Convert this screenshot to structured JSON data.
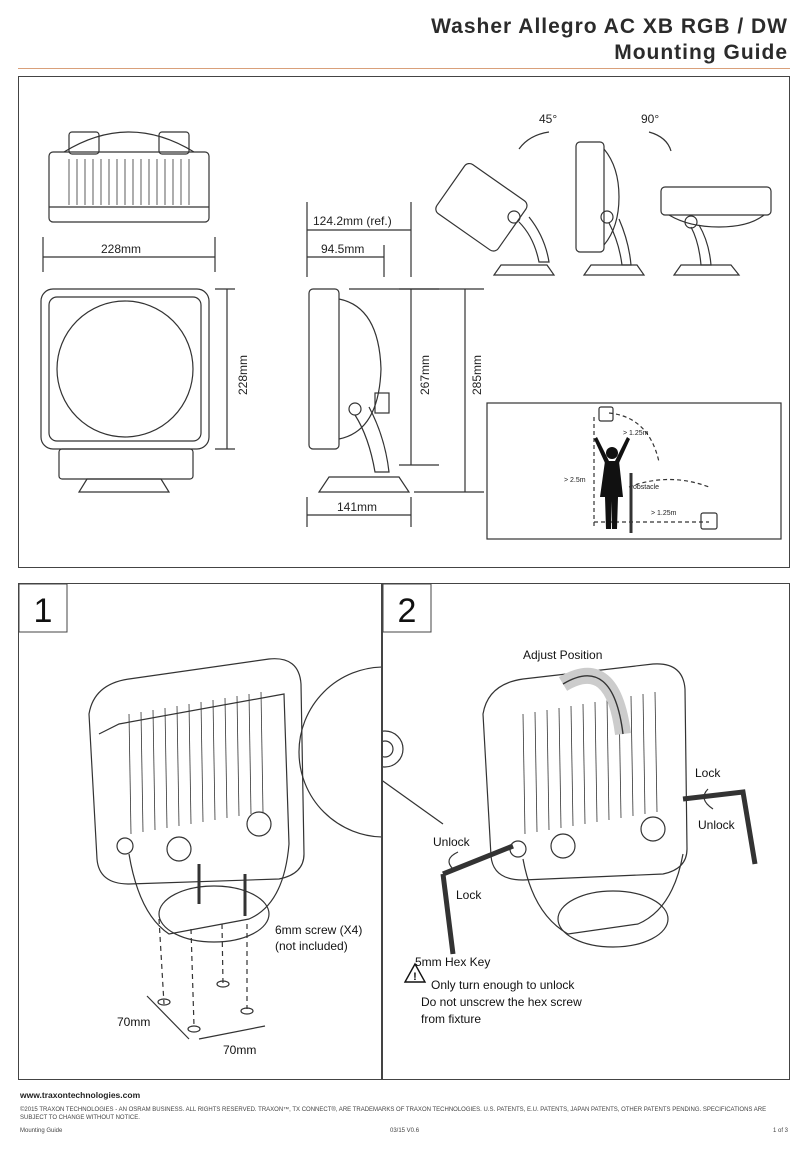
{
  "header": {
    "title_line1": "Washer Allegro AC XB RGB / DW",
    "title_line2": "Mounting Guide"
  },
  "dimensions": {
    "front_width": "228mm",
    "front_height": "228mm",
    "side_depth_ref": "124.2mm (ref.)",
    "side_depth": "94.5mm",
    "side_height1": "267mm",
    "side_height2": "285mm",
    "base_width": "141mm"
  },
  "tilt": {
    "left_angle": "45°",
    "right_angle": "90°"
  },
  "clearance": {
    "distance_top": "> 1.25m",
    "height": "> 2.5m",
    "obstacle": "obstacle",
    "distance_bottom": "> 1.25m"
  },
  "step1": {
    "number": "1",
    "screw": "6mm screw (X4)",
    "screw_note": "(not included)",
    "spacing_a": "70mm",
    "spacing_b": "70mm"
  },
  "step2": {
    "number": "2",
    "adjust": "Adjust Position",
    "lock_right": "Lock",
    "unlock_right": "Unlock",
    "unlock_left": "Unlock",
    "lock_left": "Lock",
    "hex_key": "5mm Hex Key",
    "warning_line1": "Only turn enough to unlock",
    "warning_line2": "Do not unscrew the hex screw",
    "warning_line3": "from fixture"
  },
  "footer": {
    "url": "www.traxontechnologies.com",
    "copyright": "©2015 TRAXON TECHNOLOGIES - AN OSRAM BUSINESS. ALL RIGHTS RESERVED. TRAXON™, TX CONNECT®, ARE TRADEMARKS OF TRAXON TECHNOLOGIES. U.S. PATENTS, E.U. PATENTS, JAPAN PATENTS, OTHER PATENTS PENDING. SPECIFICATIONS ARE SUBJECT TO CHANGE WITHOUT NOTICE.",
    "doc_name": "Mounting Guide",
    "version": "03/15 V0.6",
    "page": "1 of 3"
  }
}
